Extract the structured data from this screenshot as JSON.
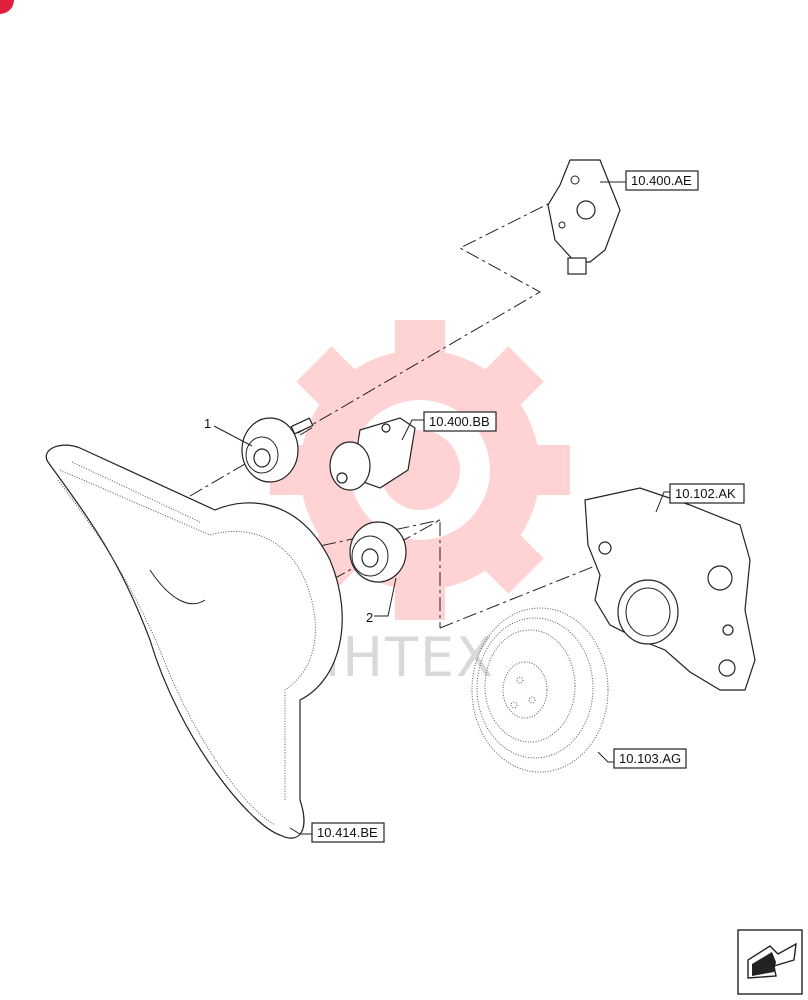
{
  "watermark": {
    "text": "ИНТЕХ",
    "color": "#ff3b3b"
  },
  "references": {
    "pump": "10.400.AE",
    "thermostat": "10.400.BB",
    "timing_cover": "10.102.AK",
    "flywheel": "10.103.AG",
    "belt": "10.414.BE"
  },
  "items": {
    "idler_pulley": "1",
    "tensioner_pulley": "2"
  },
  "icons": {
    "corner": "corner-mark-icon",
    "navigation": "next-page-arrow-icon"
  }
}
